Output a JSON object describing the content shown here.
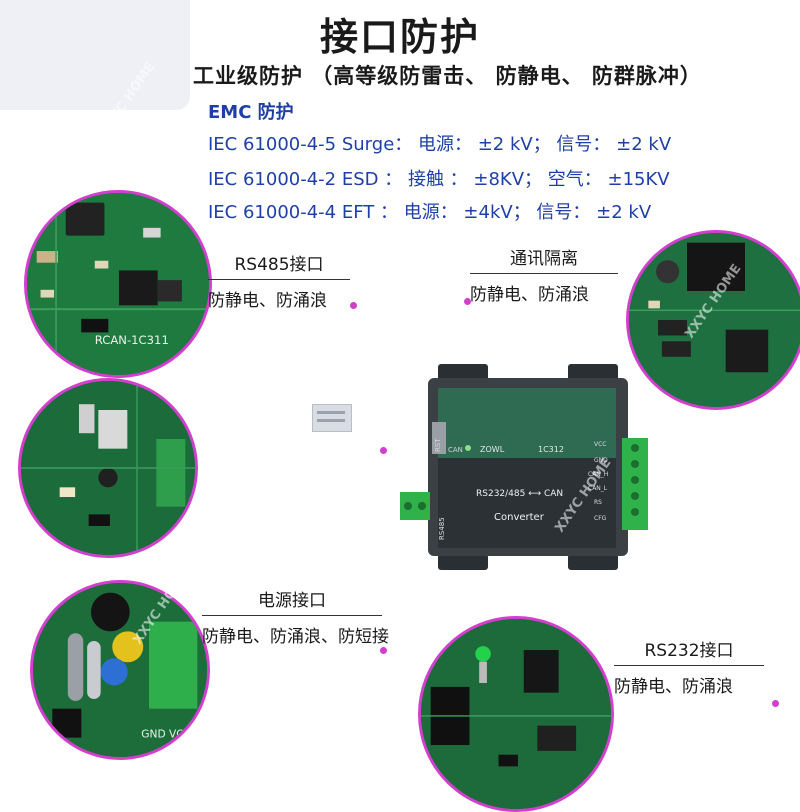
{
  "title": "接口防护",
  "subtitle": "工业级防护 （高等级防雷击、 防静电、 防群脉冲）",
  "specs": {
    "emc": "EMC  防护",
    "line1": "IEC 61000-4-5 Surge：  电源： ±2 kV；  信号：  ±2 kV",
    "line2": "IEC 61000-4-2 ESD  ：  接触 ： ±8KV；  空气：  ±15KV",
    "line3": "IEC 61000-4-4 EFT   ：  电源： ±4kV；  信号：  ±2 kV"
  },
  "callouts": {
    "rs485": {
      "head": "RS485接口",
      "body": "防静电、防涌浪"
    },
    "isolation": {
      "head": "通讯隔离",
      "body": "防静电、防涌浪"
    },
    "power": {
      "head": "电源接口",
      "body": "防静电、防涌浪、防短接"
    },
    "rs232": {
      "head": "RS232接口",
      "body": "防静电、防涌浪"
    }
  },
  "device": {
    "brand": "ZOWL",
    "model": "1C312",
    "port_labels": [
      "VCC",
      "GND",
      "CAN_H",
      "CAN_L",
      "RS",
      "CFG"
    ],
    "mode": "RS232/485 ⟷ CAN",
    "name": "Converter",
    "side_label": "RS485",
    "led_label": "CAN",
    "rst_label": "RST"
  },
  "board_labels": {
    "c1": "RCAN-1C311",
    "c3": "GND VCC"
  },
  "watermark": "XXYC HOME",
  "colors": {
    "accent": "#d23fcf",
    "spec_text": "#1f3fa8",
    "pcb": "#1d6a3a",
    "terminal": "#2fb24a"
  }
}
